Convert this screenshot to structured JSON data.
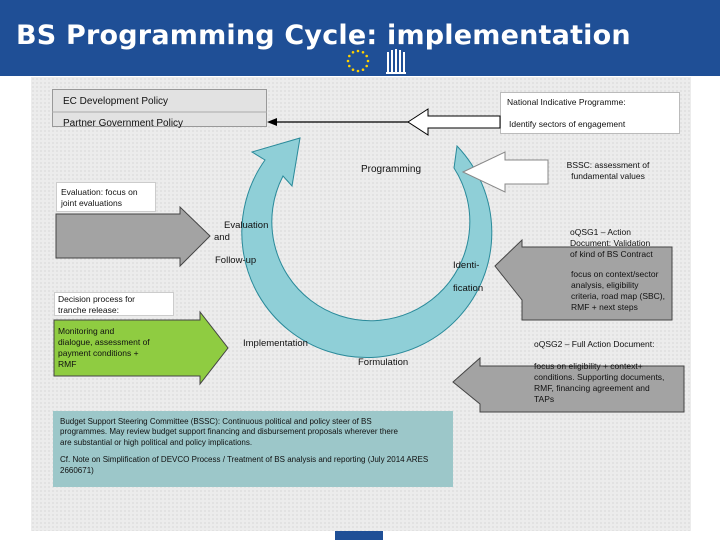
{
  "header": {
    "title": "BS Programming Cycle: implementation"
  },
  "colors": {
    "header_blue": "#1f4f96",
    "cycle_fill": "#8fcfd7",
    "cycle_stroke": "#2a8a9a",
    "arrow_grey": "#a3a3a3",
    "arrow_green": "#8fcc41",
    "bssc_box": "#9cc7c9"
  },
  "icons": {
    "flag": "eu-flag-icon",
    "logo": "ec-building-icon"
  },
  "policy": {
    "ec_development": "EC Development Policy",
    "partner_government": "Partner Government Policy"
  },
  "right_top": {
    "nip": "National Indicative Programme:",
    "sectors": "Identify sectors of engagement"
  },
  "cycle": {
    "programming": "Programming",
    "evaluation": "Evaluation",
    "and": "and",
    "follow_up": "Follow-up",
    "identi": "Identi-",
    "fication": "fication",
    "implementation": "Implementation",
    "formulation": "Formulation"
  },
  "bssc_note": {
    "line1": "BSSC: assessment of",
    "line2": "fundamental values"
  },
  "evaluation_note": {
    "line1": "Evaluation: focus on",
    "line2": "joint evaluations"
  },
  "qsg1": {
    "line1": "oQSG1 – Action",
    "line2": "Document: Validation",
    "line3": "of kind of BS Contract"
  },
  "qsg1_focus": {
    "line1": "focus on context/sector",
    "line2": "analysis, eligibility",
    "line3": "criteria, road map (SBC),",
    "line4": "RMF + next steps"
  },
  "decision": {
    "line1": "Decision process for",
    "line2": "tranche release:"
  },
  "monitoring": {
    "line1": "Monitoring and",
    "line2": "dialogue, assessment of",
    "line3": "payment conditions +",
    "line4": "RMF"
  },
  "qsg2": {
    "title": "oQSG2 – Full Action Document:",
    "line1": "focus on eligibility + context+",
    "line2": "conditions. Supporting documents,",
    "line3": "RMF, financing agreement and",
    "line4": "TAPs"
  },
  "bssc_box": {
    "line1": "Budget Support Steering Committee (BSSC): Continuous political and policy steer of BS",
    "line2": "programmes. May review budget support financing and disbursement proposals wherever there",
    "line3": "are substantial or high political and policy implications.",
    "line4": "Cf. Note on Simplification of DEVCO Process / Treatment of BS analysis and reporting (July 2014 ARES",
    "line5": "2660671)"
  }
}
